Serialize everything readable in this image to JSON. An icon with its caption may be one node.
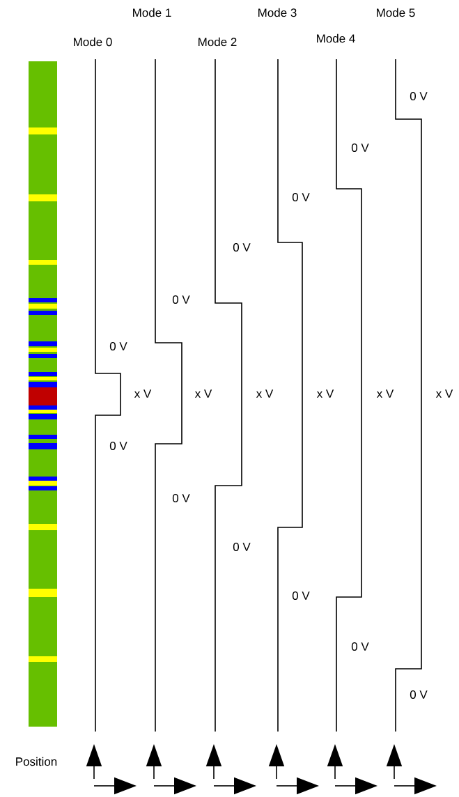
{
  "diagram": {
    "labels": [
      "Mode 0",
      "Mode 1",
      "Mode 2",
      "Mode 3",
      "Mode 4",
      "Mode 5",
      "0 V",
      "x V",
      "0 V",
      "0 V",
      "x V",
      "0 V",
      "0 V",
      "x V",
      "0 V",
      "0 V",
      "x V",
      "0 V",
      "0 V",
      "x V",
      "0 V",
      "0 V",
      "x V",
      "0 V",
      "Position"
    ]
  }
}
